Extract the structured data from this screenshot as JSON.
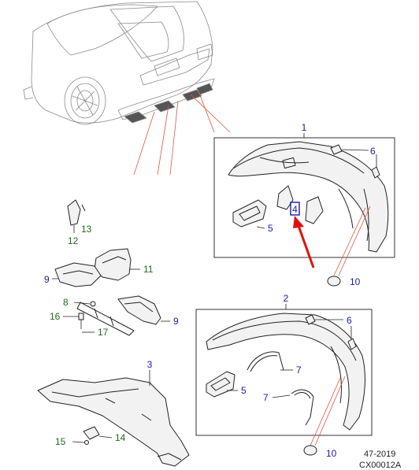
{
  "callouts": [
    {
      "id": "c1",
      "text": "1",
      "color": "blue"
    },
    {
      "id": "c2",
      "text": "2",
      "color": "blue"
    },
    {
      "id": "c3",
      "text": "3",
      "color": "blue"
    },
    {
      "id": "c4",
      "text": "4",
      "color": "blue",
      "highlighted": true
    },
    {
      "id": "c5a",
      "text": "5",
      "color": "blue"
    },
    {
      "id": "c5b",
      "text": "5",
      "color": "blue"
    },
    {
      "id": "c6a",
      "text": "6",
      "color": "blue"
    },
    {
      "id": "c6b",
      "text": "6",
      "color": "blue"
    },
    {
      "id": "c7a",
      "text": "7",
      "color": "blue"
    },
    {
      "id": "c7b",
      "text": "7",
      "color": "blue"
    },
    {
      "id": "c8",
      "text": "8",
      "color": "green"
    },
    {
      "id": "c9a",
      "text": "9",
      "color": "blue"
    },
    {
      "id": "c9b",
      "text": "9",
      "color": "blue"
    },
    {
      "id": "c10a",
      "text": "10",
      "color": "blue"
    },
    {
      "id": "c10b",
      "text": "10",
      "color": "blue"
    },
    {
      "id": "c11",
      "text": "11",
      "color": "green"
    },
    {
      "id": "c12",
      "text": "12",
      "color": "green"
    },
    {
      "id": "c13",
      "text": "13",
      "color": "green"
    },
    {
      "id": "c14",
      "text": "14",
      "color": "green"
    },
    {
      "id": "c15",
      "text": "15",
      "color": "green"
    },
    {
      "id": "c16",
      "text": "16",
      "color": "green"
    },
    {
      "id": "c17",
      "text": "17",
      "color": "green"
    }
  ],
  "footer": {
    "date": "47-2019",
    "code": "CX00012A"
  },
  "colors": {
    "blue_callout": "#1a1ab0",
    "green_callout": "#1d6b1d",
    "highlight_box": "#1a1ab0",
    "arrow": "#e01010",
    "leader_red": "#e2553f"
  }
}
